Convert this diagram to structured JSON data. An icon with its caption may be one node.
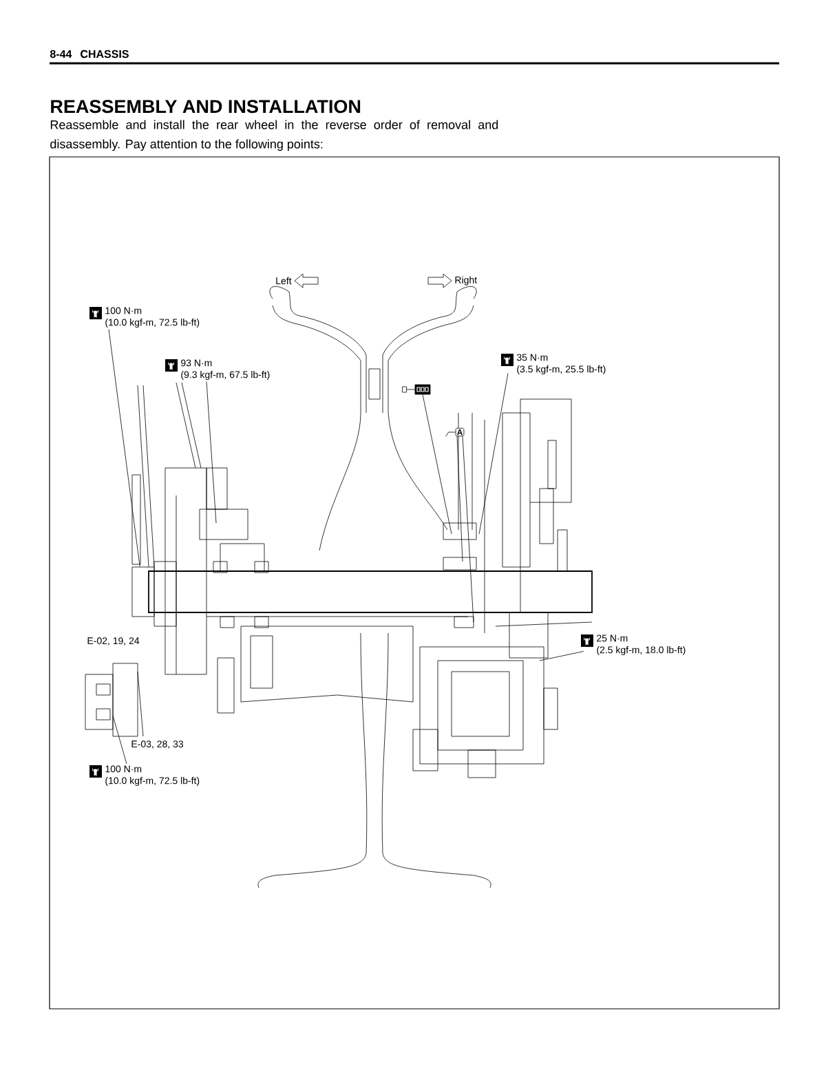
{
  "diagram": {
    "title": "REASSEMBLY AND INSTALLATION",
    "nodes": [
      {
        "text": [
          "100 N·m",
          "(10.0 kgf-m, 72.5 lb-ft)"
        ]
      },
      {
        "text": [
          "93 N·m",
          "(9.3 kgf-m, 67.5 lb-ft)"
        ]
      },
      {
        "text": [],
        "shape": "picture"
      },
      {
        "text": [
          "A"
        ]
      },
      {
        "text": [
          "35 N·m",
          "(3.5 kgf-m, 25.5 lb-ft)"
        ]
      },
      {
        "text": [
          "25 N·m",
          "(2.5 kgf-m, 18.0 lb-ft)"
        ]
      },
      {
        "text": [
          "100 N·m",
          "(10.0 kgf-m, 72.5 lb-ft)"
        ]
      },
      {
        "text": [],
        "shape": "box"
      }
    ],
    "edges": [
      {
        "from": 0,
        "to": 7,
        "arrow": "none"
      },
      {
        "from": 1,
        "to": null,
        "arrow": "none"
      },
      {
        "from": 2,
        "to": null,
        "arrow": "none"
      },
      {
        "from": 3,
        "to": null,
        "arrow": "none"
      },
      {
        "from": 3,
        "to": null,
        "arrow": "none"
      },
      {
        "from": 4,
        "to": null,
        "arrow": "none"
      },
      {
        "from": 5,
        "to": null,
        "arrow": "none"
      },
      {
        "from": 6,
        "to": null,
        "arrow": "none"
      }
    ],
    "labels": [
      "8-44",
      "CHASSIS",
      "Reassemble and install the rear wheel in the reverse order of removal and disassembly. Pay attention to the following points:",
      "Left",
      "Right",
      "E-02, 19, 24",
      "E-03, 28, 33"
    ]
  }
}
